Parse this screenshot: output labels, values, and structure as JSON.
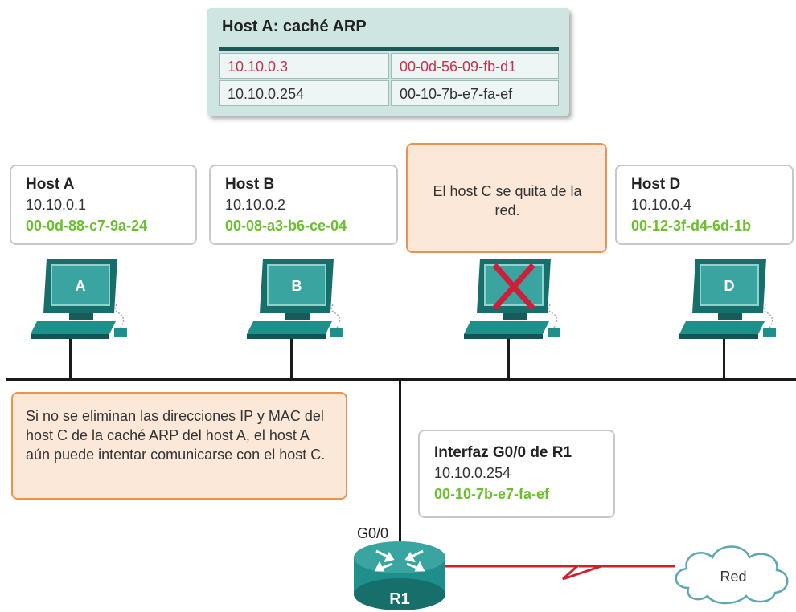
{
  "arp_cache": {
    "title": "Host A: caché ARP",
    "rows": [
      {
        "ip": "10.10.0.3",
        "mac": "00-0d-56-09-fb-d1"
      },
      {
        "ip": "10.10.0.254",
        "mac": "00-10-7b-e7-fa-ef"
      }
    ]
  },
  "hosts": [
    {
      "name": "Host A",
      "ip": "10.10.0.1",
      "mac": "00-0d-88-c7-9a-24",
      "letter": "A"
    },
    {
      "name": "Host B",
      "ip": "10.10.0.2",
      "mac": "00-08-a3-b6-ce-04",
      "letter": "B"
    },
    {
      "name": "Host D",
      "ip": "10.10.0.4",
      "mac": "00-12-3f-d4-6d-1b",
      "letter": "D"
    }
  ],
  "host_c_note": "El host C se quita de la red.",
  "host_a_note": "Si no se eliminan las direcciones IP y MAC del host C de la caché ARP del host A, el host A aún puede intentar comunicarse con el host C.",
  "router_interface": {
    "name": "Interfaz G0/0 de R1",
    "ip": "10.10.0.254",
    "mac": "00-10-7b-e7-fa-ef"
  },
  "router": {
    "label": "R1",
    "port": "G0/0"
  },
  "cloud_label": "Red",
  "colors": {
    "mac_green": "#6bbf2e",
    "stale_entry_red": "#c0334d",
    "note_orange": "#e8944e",
    "device_teal": "#1f8f8c",
    "wan_red": "#d0202e"
  }
}
